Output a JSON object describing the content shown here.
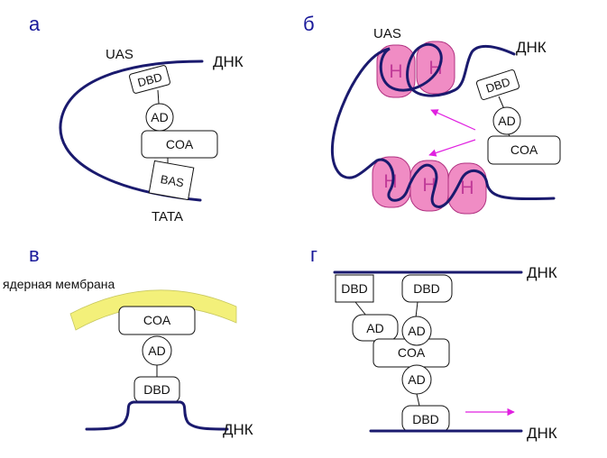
{
  "panels": {
    "a": {
      "letter": "а",
      "uas": "UAS",
      "dna": "ДНК",
      "dbd": "DBD",
      "ad": "AD",
      "coa": "COA",
      "bas": "BAS",
      "tata": "TATA"
    },
    "b": {
      "letter": "б",
      "uas": "UAS",
      "dna": "ДНК",
      "histone": "H",
      "dbd": "DBD",
      "ad": "AD",
      "coa": "COA"
    },
    "c": {
      "letter": "в",
      "membrane": "ядерная мембрана",
      "coa": "COA",
      "ad": "AD",
      "dbd": "DBD",
      "dna": "ДНК"
    },
    "d": {
      "letter": "г",
      "dna_top": "ДНК",
      "dbd_left": "DBD",
      "dbd_right": "DBD",
      "ad_left": "AD",
      "ad_right": "AD",
      "coa": "COA",
      "ad_bottom": "AD",
      "dbd_bottom": "DBD",
      "dna_bottom": "ДНК"
    }
  },
  "colors": {
    "letter": "#1a1a9a",
    "dna_line": "#1a1a6e",
    "histone_fill": "#f08cc4",
    "histone_text": "#c03a98",
    "arrow": "#e020e0",
    "membrane": "#f3f07a"
  }
}
